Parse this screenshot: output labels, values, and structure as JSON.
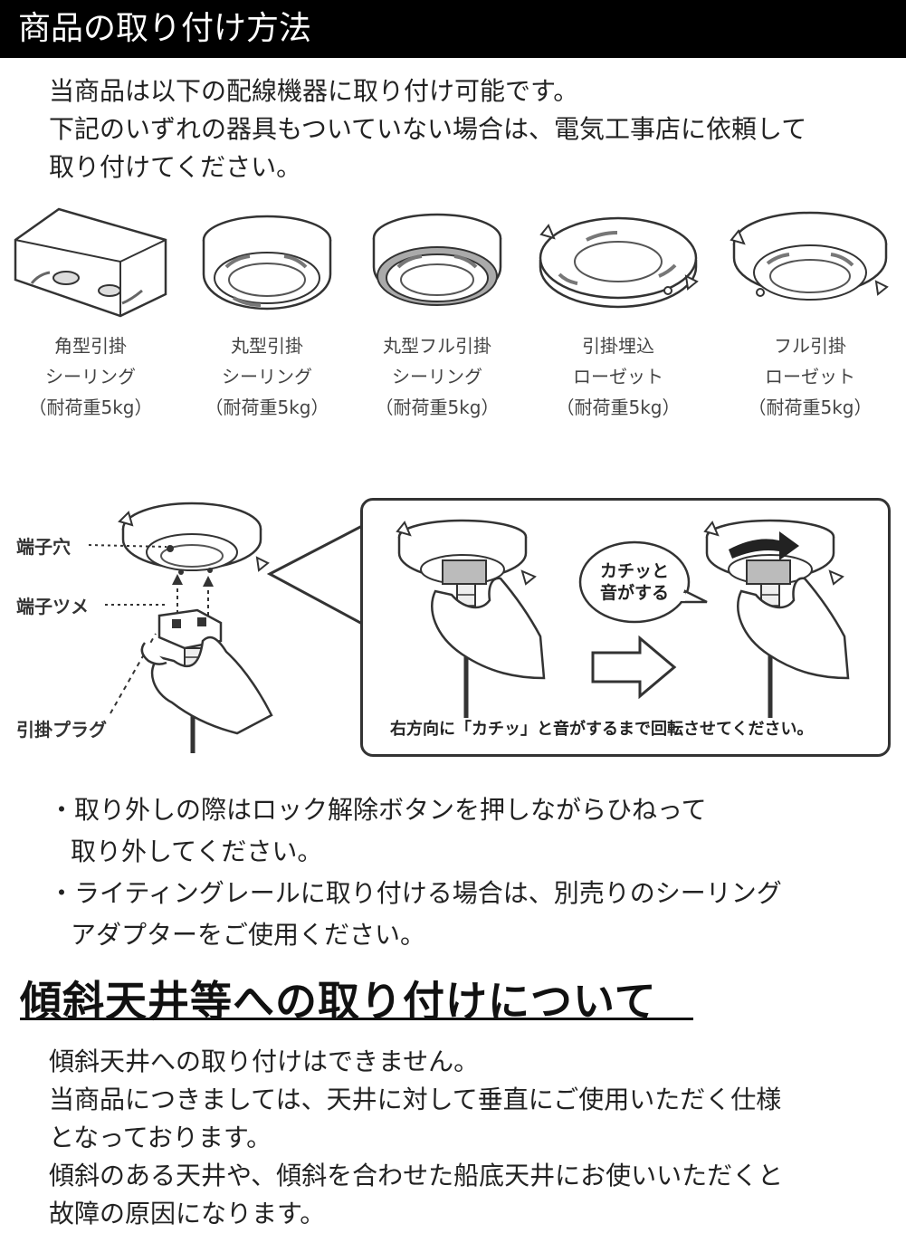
{
  "header": {
    "title": "商品の取り付け方法"
  },
  "intro": {
    "lines": [
      "当商品は以下の配線機器に取り付け可能です。",
      "下記のいずれの器具もついていない場合は、電気工事店に依頼して",
      "取り付けてください。"
    ]
  },
  "fixtures": [
    {
      "name": "角型引掛",
      "type": "シーリング",
      "load": "（耐荷重5kg）"
    },
    {
      "name": "丸型引掛",
      "type": "シーリング",
      "load": "（耐荷重5kg）"
    },
    {
      "name": "丸型フル引掛",
      "type": "シーリング",
      "load": "（耐荷重5kg）"
    },
    {
      "name": "引掛埋込",
      "type": "ローゼット",
      "load": "（耐荷重5kg）"
    },
    {
      "name": "フル引掛",
      "type": "ローゼット",
      "load": "（耐荷重5kg）"
    }
  ],
  "install": {
    "label_hole": "端子穴",
    "label_claw": "端子ツメ",
    "label_plug": "引掛プラグ",
    "speech": [
      "カチッと",
      "音がする"
    ],
    "caption": "右方向に「カチッ」と音がするまで回転させてください。"
  },
  "notes": [
    {
      "line1": "・取り外しの際はロック解除ボタンを押しながらひねって",
      "line2": "取り外してください。"
    },
    {
      "line1": "・ライティングレールに取り付ける場合は、別売りのシーリング",
      "line2": "アダプターをご使用ください。"
    }
  ],
  "section": {
    "title": "傾斜天井等への取り付けについて"
  },
  "bottom": {
    "lines": [
      "傾斜天井への取り付けはできません。",
      "当商品につきましては、天井に対して垂直にご使用いただく仕様",
      "となっております。",
      "傾斜のある天井や、傾斜を合わせた船底天井にお使いいただくと",
      "故障の原因になります。"
    ]
  }
}
